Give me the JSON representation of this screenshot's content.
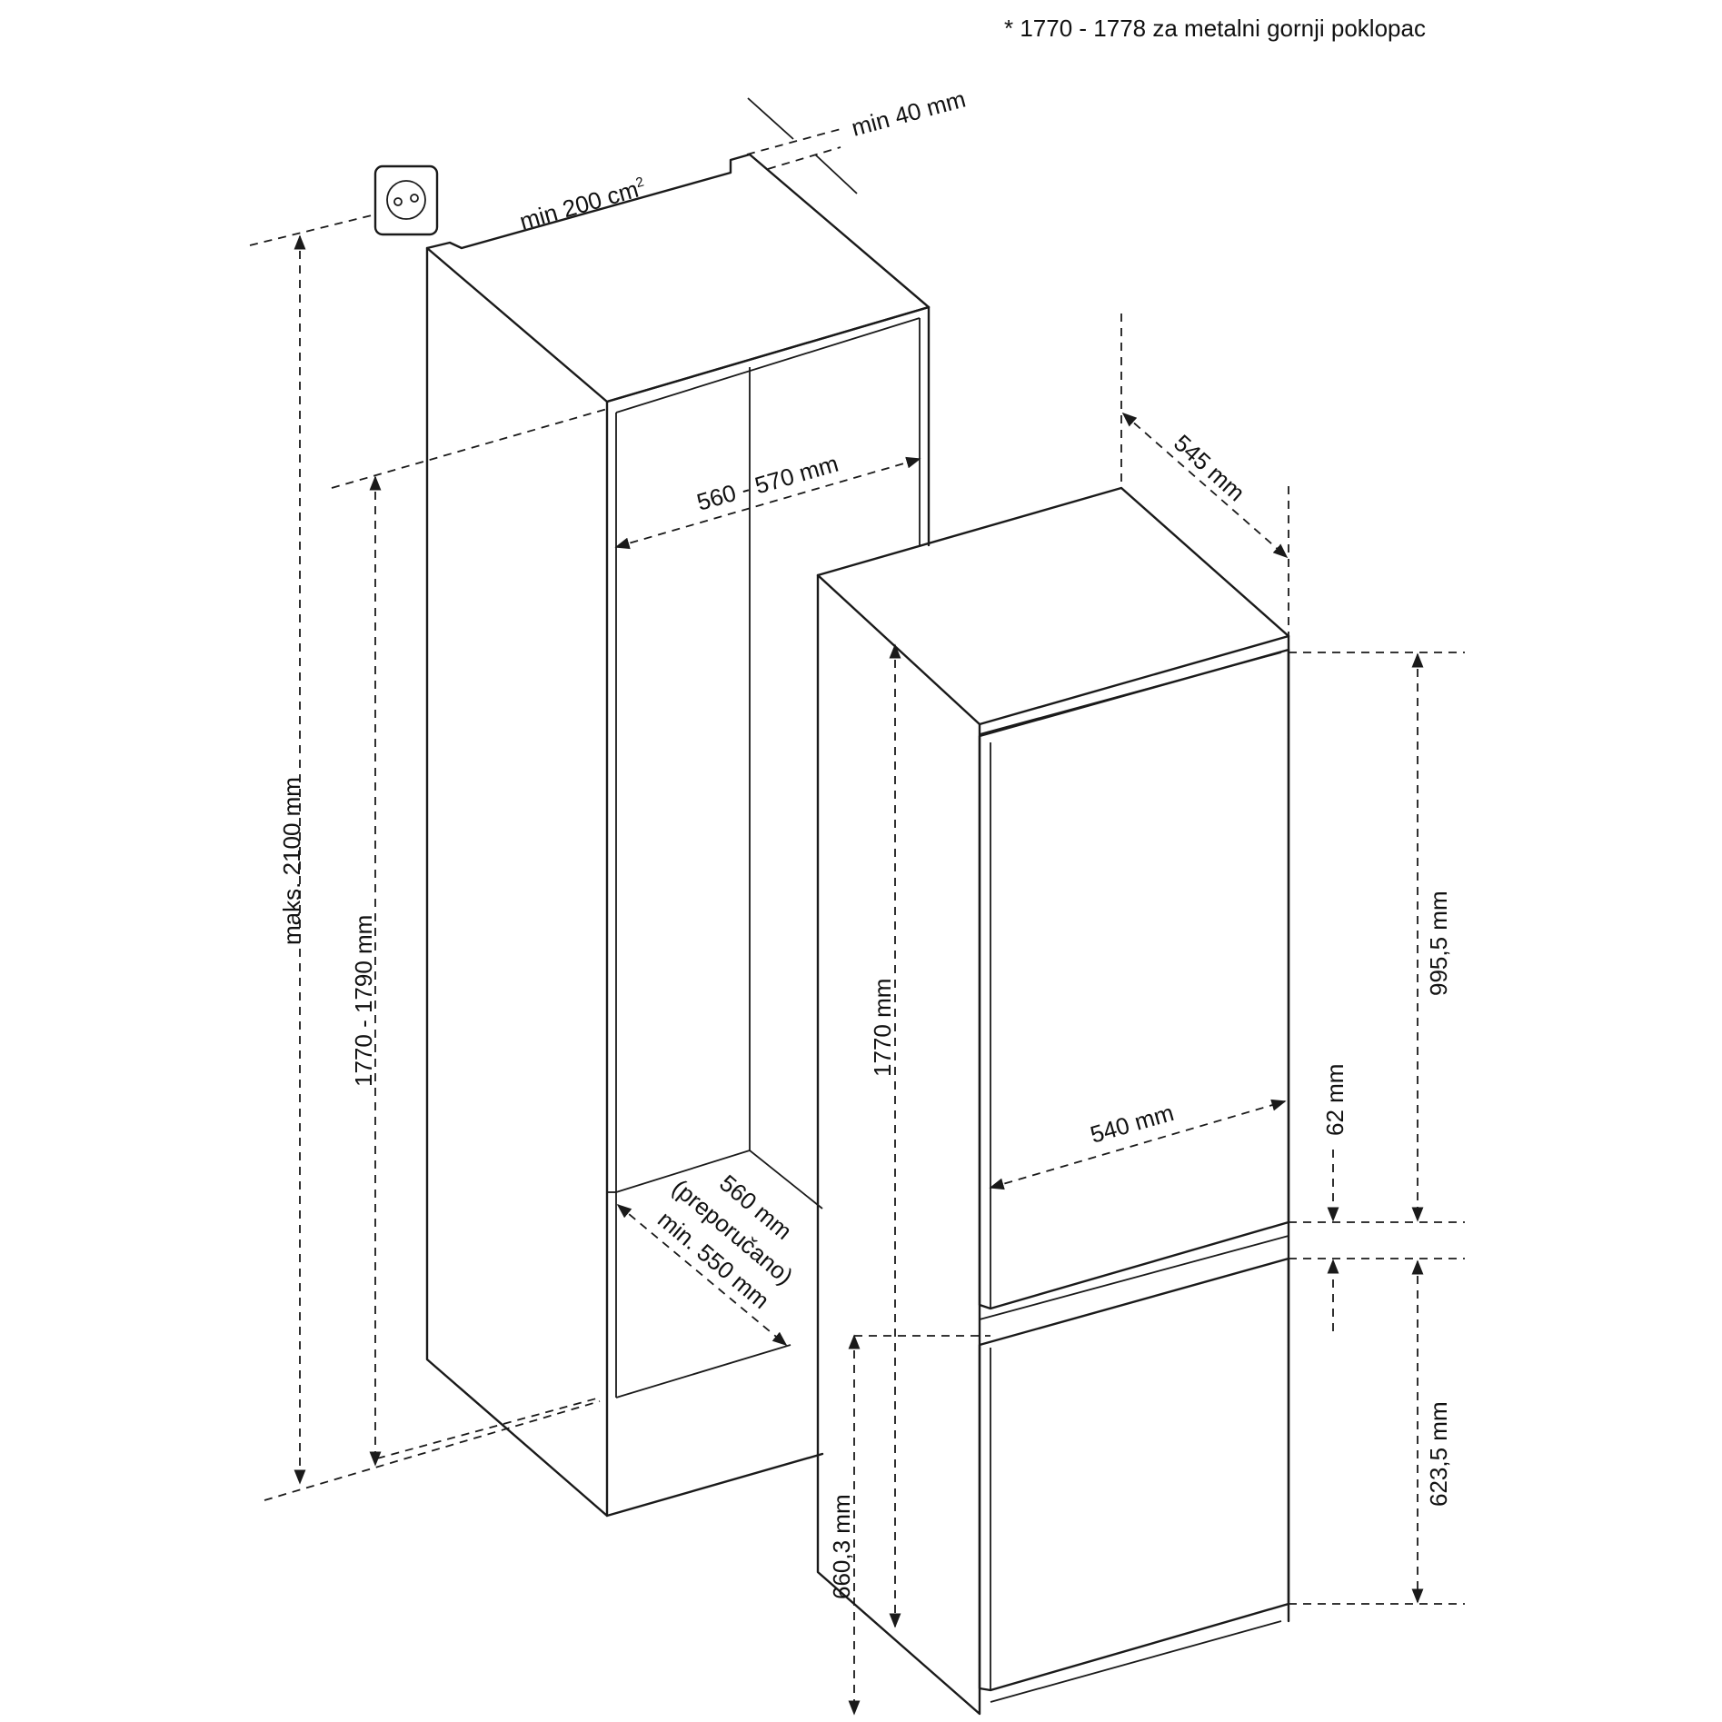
{
  "note": "* 1770 - 1778 za metalni gornji poklopac",
  "labels": {
    "min_40": "min 40 mm",
    "min_200": "min 200 cm",
    "min_200_sup": "2",
    "niche_width": "560 - 570 mm",
    "max_height": "maks. 2100 mm",
    "niche_height": "1770 - 1790 mm",
    "niche_depth_a": "560 mm",
    "niche_depth_b": "(preporučano)",
    "niche_depth_c": "min. 550 mm",
    "depth": "545 mm",
    "appliance_height": "1770 mm",
    "width": "540 mm",
    "upper_door": "995,5 mm",
    "gap": "62 mm",
    "lower_door": "623,5 mm",
    "lower_height": "660,3 mm"
  },
  "icons": {
    "socket": "power-socket-icon"
  },
  "colors": {
    "line": "#1a1a1a",
    "background": "#ffffff"
  }
}
